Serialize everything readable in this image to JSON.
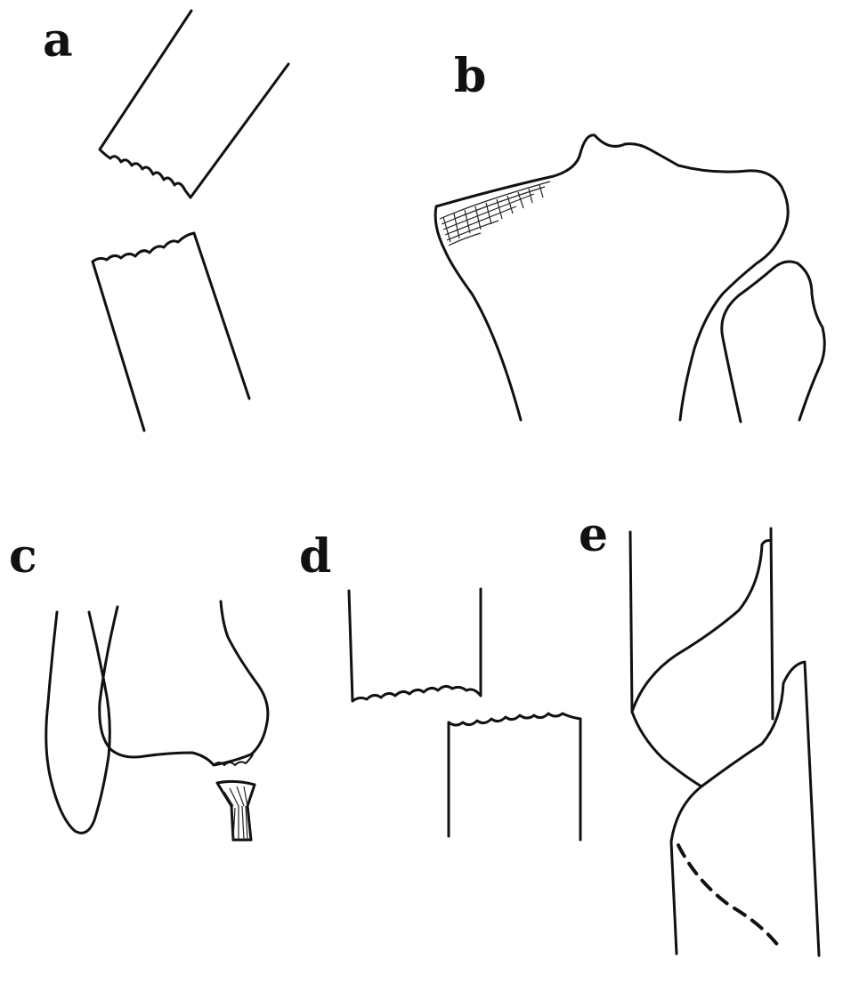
{
  "panels": [
    {
      "label": "a"
    },
    {
      "label": "b"
    },
    {
      "label": "c"
    },
    {
      "label": "d"
    },
    {
      "label": "e"
    }
  ],
  "colors": {
    "ink": "#111111",
    "background": "#ffffff"
  }
}
